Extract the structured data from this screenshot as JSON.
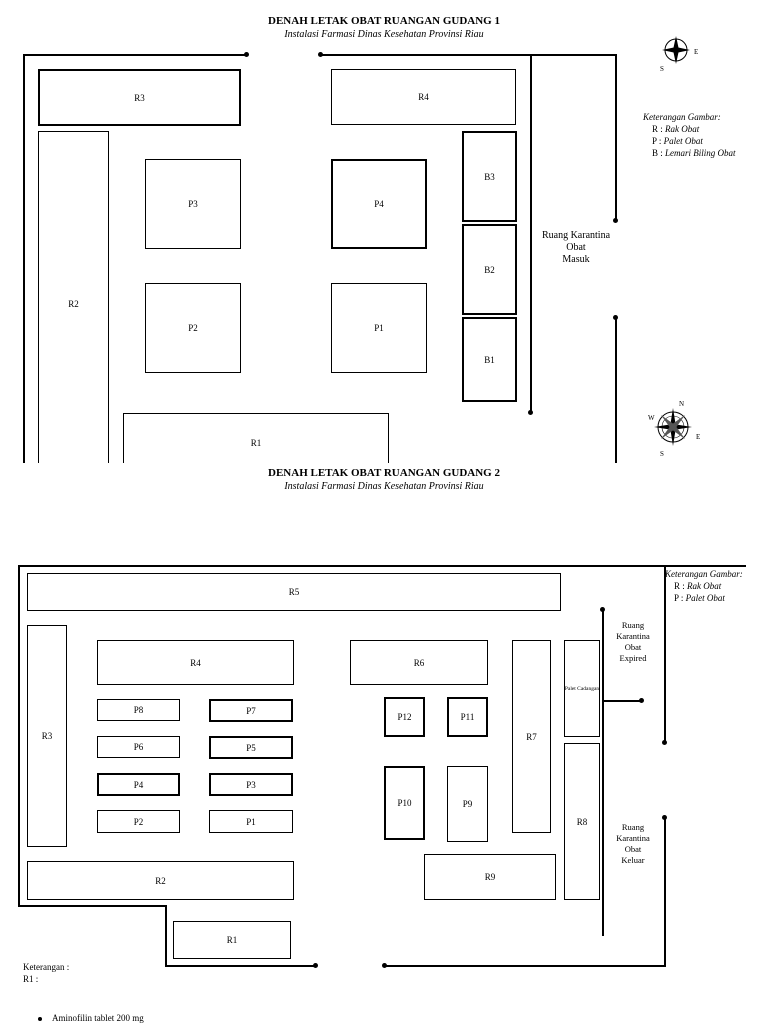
{
  "map1": {
    "title": "DENAH LETAK OBAT RUANGAN GUDANG 1",
    "subtitle": "Instalasi Farmasi Dinas Kesehatan Provinsi Riau",
    "legend_title": "Keterangan Gambar:",
    "legend": [
      {
        "code": "R :",
        "desc": "Rak Obat"
      },
      {
        "code": "P :",
        "desc": "Palet Obat"
      },
      {
        "code": "B :",
        "desc": "Lemari Biling Obat"
      }
    ],
    "room_lines": [
      "Ruang Karantina",
      "Obat",
      "Masuk"
    ],
    "labels": {
      "R1": "R1",
      "R2": "R2",
      "R3": "R3",
      "R4": "R4",
      "P1": "P1",
      "P2": "P2",
      "P3": "P3",
      "P4": "P4",
      "B1": "B1",
      "B2": "B2",
      "B3": "B3"
    },
    "compass": {
      "n": "N",
      "w": "W",
      "e": "E",
      "s": "S"
    }
  },
  "map2": {
    "title": "DENAH LETAK OBAT RUANGAN GUDANG 2",
    "subtitle": "Instalasi Farmasi Dinas Kesehatan Provinsi Riau",
    "legend_title": "Keterangan  Gambar:",
    "legend": [
      {
        "code": "R :",
        "desc": "Rak Obat"
      },
      {
        "code": "P :",
        "desc": "Palet Obat"
      }
    ],
    "room_expired": [
      "Ruang",
      "Karantina",
      "Obat",
      "Expired"
    ],
    "room_keluar": [
      "Ruang",
      "Karantina",
      "Obat",
      "Keluar"
    ],
    "palet_cadangan": "Palet Cadangan",
    "labels": {
      "R1": "R1",
      "R2": "R2",
      "R3": "R3",
      "R4": "R4",
      "R5": "R5",
      "R6": "R6",
      "R7": "R7",
      "R8": "R8",
      "R9": "R9",
      "P1": "P1",
      "P2": "P2",
      "P3": "P3",
      "P4": "P4",
      "P5": "P5",
      "P6": "P6",
      "P7": "P7",
      "P8": "P8",
      "P9": "P9",
      "P10": "P10",
      "P11": "P11",
      "P12": "P12"
    }
  },
  "notes": {
    "keterangan": "Keterangan :",
    "r1": "R1 :",
    "item": "Aminofilin tablet 200 mg"
  }
}
